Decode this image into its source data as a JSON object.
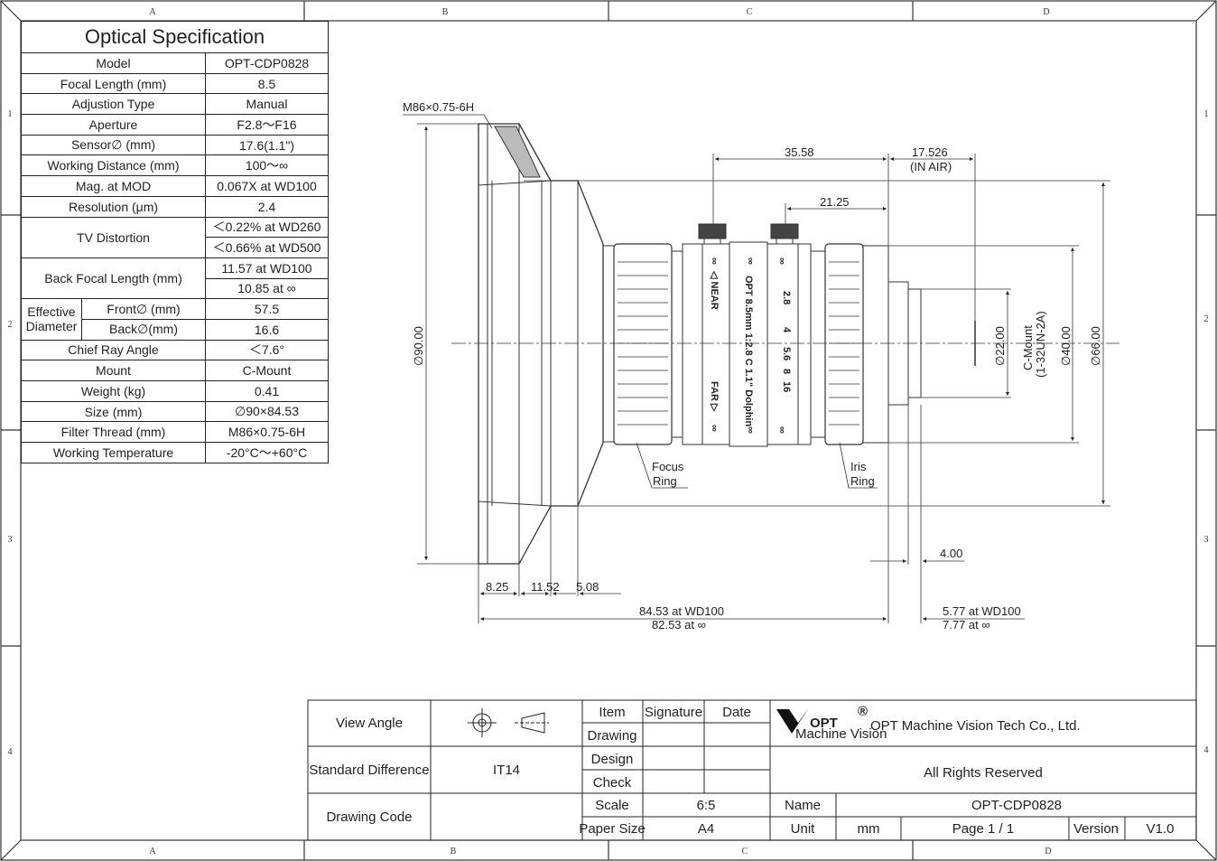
{
  "frame": {
    "columns": [
      "A",
      "B",
      "C",
      "D"
    ],
    "rows": [
      "1",
      "2",
      "3",
      "4"
    ]
  },
  "spec": {
    "title": "Optical Specification",
    "model_label": "Model",
    "model_value": "OPT-CDP0828",
    "focal_label": "Focal Length (mm)",
    "focal_value": "8.5",
    "adjustion_label": "Adjustion Type",
    "adjustion_value": "Manual",
    "aperture_label": "Aperture",
    "aperture_value": "F2.8～F16",
    "sensor_label": "Sensor∅ (mm)",
    "sensor_value": "17.6(1.1\")",
    "wd_label": "Working Distance (mm)",
    "wd_value": "100～∞",
    "mag_label": "Mag. at MOD",
    "mag_value": "0.067X at WD100",
    "resolution_label": "Resolution (μm)",
    "resolution_value": "2.4",
    "tv_label": "TV Distortion",
    "tv_value_1": "＜0.22% at WD260",
    "tv_value_2": "＜0.66% at WD500",
    "bfl_label": "Back Focal Length (mm)",
    "bfl_value_1": "11.57 at WD100",
    "bfl_value_2": "10.85 at ∞",
    "eff_label_1": "Effective",
    "eff_label_2": "Diameter",
    "front_label": "Front∅ (mm)",
    "front_value": "57.5",
    "back_label": "Back∅(mm)",
    "back_value": "16.6",
    "cra_label": "Chief Ray Angle",
    "cra_value": "＜7.6°",
    "mount_label": "Mount",
    "mount_value": "C-Mount",
    "weight_label": "Weight (kg)",
    "weight_value": "0.41",
    "size_label": "Size (mm)",
    "size_value": "∅90×84.53",
    "filter_label": "Filter Thread (mm)",
    "filter_value": "M86×0.75-6H",
    "temp_label": "Working Temperature",
    "temp_value": "-20°C～+60°C"
  },
  "drawing": {
    "thread_label": "M86×0.75-6H",
    "d90": "∅90.00",
    "dim_3558": "35.58",
    "dim_17526": "17.526",
    "in_air": "(IN AIR)",
    "dim_2125": "21.25",
    "d22": "∅22.00",
    "cmount_1": "C-Mount",
    "cmount_2": "(1-32UN-2A)",
    "d40": "∅40.00",
    "d66": "∅66.00",
    "focus_1": "Focus",
    "focus_2": "Ring",
    "iris_1": "Iris",
    "iris_2": "Ring",
    "dim_400": "4.00",
    "dim_825": "8.25",
    "dim_1152": "11.52",
    "dim_508": "5.08",
    "len_1": "84.53 at WD100",
    "len_2": "82.53 at ∞",
    "fl_1": "5.77 at WD100",
    "fl_2": "7.77 at ∞",
    "barrel_text": "OPT 8.5mm 1:2.8 C 1.1\" Dolphin",
    "near": "◁ NEAR",
    "far": "FAR ▷",
    "inf_mark": "∞",
    "f28": "2.8",
    "f4": "4",
    "f56": "5.6",
    "f8": "8",
    "f16": "16"
  },
  "titleblock": {
    "view_angle": "View Angle",
    "std_diff": "Standard Difference",
    "it14": "IT14",
    "drawing_code": "Drawing Code",
    "item": "Item",
    "signature": "Signature",
    "date": "Date",
    "drawing": "Drawing",
    "design": "Design",
    "check": "Check",
    "scale": "Scale",
    "scale_value": "6:5",
    "paper_size": "Paper Size",
    "paper_value": "A4",
    "logo": "OPT",
    "logo_sub": "Machine Vision",
    "company": "OPT Machine Vision Tech Co., Ltd.",
    "rights": "All Rights Reserved",
    "name_label": "Name",
    "name_value": "OPT-CDP0828",
    "unit_label": "Unit",
    "unit_value": "mm",
    "page": "Page 1 / 1",
    "version_label": "Version",
    "version_value": "V1.0"
  }
}
